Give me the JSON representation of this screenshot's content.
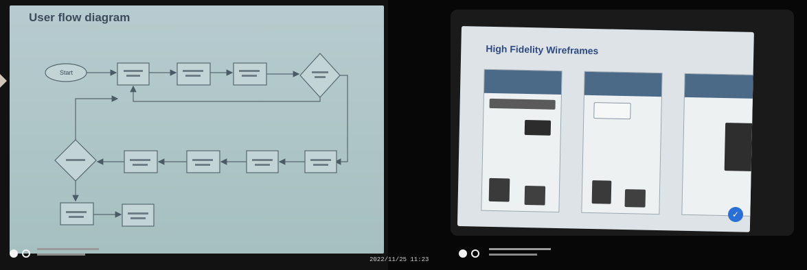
{
  "left_slide": {
    "title": "User flow diagram",
    "start_label": "Start"
  },
  "right_slide": {
    "title": "High Fidelity Wireframes"
  },
  "timestamp": "2022/11/25 11:23",
  "colors": {
    "slide_bg": "#aec5c6",
    "slide_title": "#3d4b5a",
    "wireframe_title": "#2f4a82",
    "wireframe_header": "#4b6a88",
    "action_button": "#2a6fd8"
  },
  "icons": [
    "record-dot-icon",
    "record-ring-icon",
    "arrow-pointer-icon",
    "action-button-icon"
  ]
}
